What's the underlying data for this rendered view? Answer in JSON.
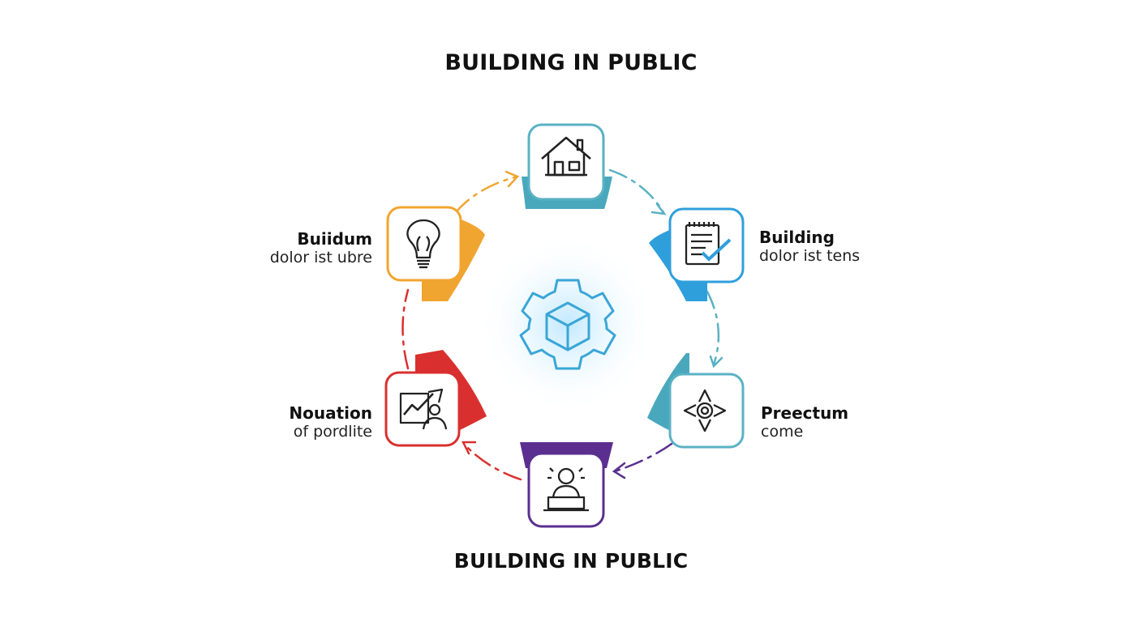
{
  "title_top": "BUILDING IN PUBLIC",
  "title_bottom": "BUILDING IN PUBLIC",
  "nodes": [
    {
      "id": "top",
      "icon": "house-icon",
      "color": "#4aa8bd",
      "title": "",
      "subtitle": ""
    },
    {
      "id": "upper-right",
      "icon": "checklist-icon",
      "color": "#2f9fdc",
      "title": "Building",
      "subtitle": "dolor ist tens"
    },
    {
      "id": "lower-right",
      "icon": "arrows-cross-icon",
      "color": "#4aa8bd",
      "title": "Preectum",
      "subtitle": "come"
    },
    {
      "id": "bottom",
      "icon": "speaker-podium-icon",
      "color": "#5a2f8f",
      "title": "",
      "subtitle": ""
    },
    {
      "id": "lower-left",
      "icon": "growth-chart-person-icon",
      "color": "#d9302f",
      "title": "Nouation",
      "subtitle": "of pordlite"
    },
    {
      "id": "upper-left",
      "icon": "lightbulb-icon",
      "color": "#f0a530",
      "title": "Buiidum",
      "subtitle": "dolor ist ubre"
    }
  ],
  "center": {
    "icon": "gear-cube-icon",
    "color": "#3aa6d6"
  }
}
